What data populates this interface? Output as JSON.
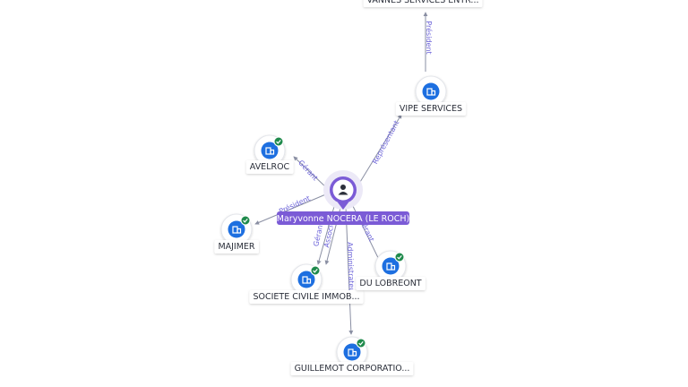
{
  "center": {
    "name": "Maryvonne NOCERA (LE ROCH)",
    "icon": "person-icon",
    "accent": "#7b5bd6"
  },
  "companies": [
    {
      "id": "vannes",
      "label": "VANNES SERVICES ENTR...",
      "verified": false
    },
    {
      "id": "vipe",
      "label": "VIPE SERVICES",
      "verified": false
    },
    {
      "id": "avelroc",
      "label": "AVELROC",
      "verified": true
    },
    {
      "id": "majimer",
      "label": "MAJIMER",
      "verified": true
    },
    {
      "id": "scimmob",
      "label": "SOCIETE CIVILE IMMOB...",
      "verified": true
    },
    {
      "id": "dulobreont",
      "label": "DU LOBREONT",
      "verified": true
    },
    {
      "id": "guillemot",
      "label": "GUILLEMOT CORPORATIO...",
      "verified": true
    }
  ],
  "edges": [
    {
      "from": "vipe",
      "to": "vannes",
      "label": "Président"
    },
    {
      "from": "center",
      "to": "vipe",
      "label": "Représentant"
    },
    {
      "from": "center",
      "to": "avelroc",
      "label": "Gérant"
    },
    {
      "from": "center",
      "to": "majimer",
      "label": "Président"
    },
    {
      "from": "center",
      "to": "scimmob",
      "label": "Gérant"
    },
    {
      "from": "center",
      "to": "scimmob",
      "label": "Associé"
    },
    {
      "from": "center",
      "to": "dulobreont",
      "label": "Gérant"
    },
    {
      "from": "center",
      "to": "guillemot",
      "label": "Administrateur"
    }
  ],
  "colors": {
    "company_icon": "#1d6fe0",
    "verified_badge": "#1f8a4c",
    "edge": "#8a8fa3",
    "edge_label": "#6c63d9"
  }
}
